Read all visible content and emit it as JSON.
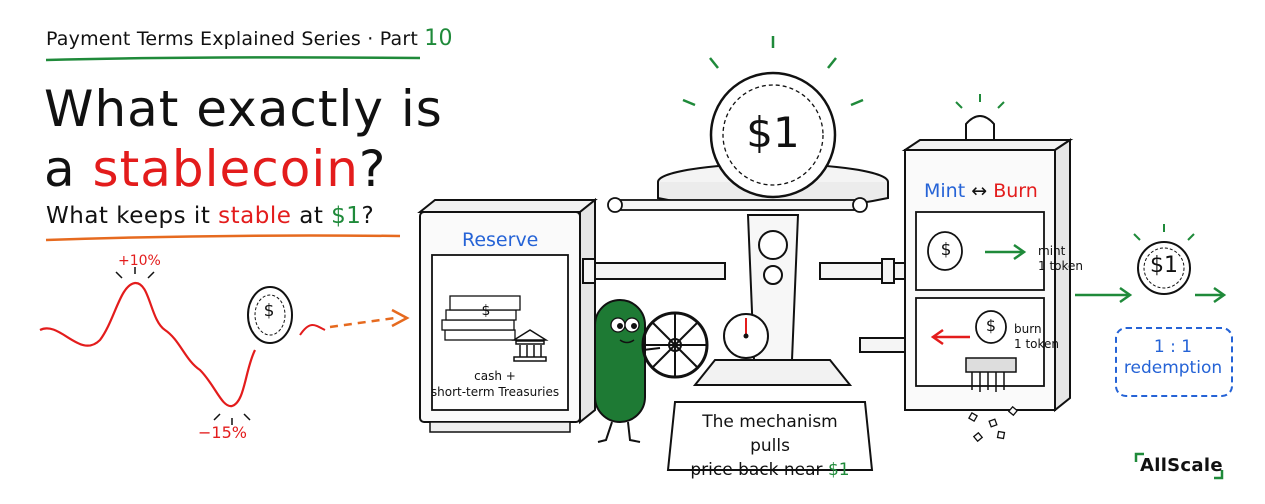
{
  "header": {
    "series_text": "Payment Terms Explained Series · Part",
    "series_part": "10",
    "title_line1": "What exactly is",
    "title_line2_a": "a",
    "title_line2_b": "stablecoin",
    "title_line2_c": "?",
    "subtitle_a": "What keeps it",
    "subtitle_b": "stable",
    "subtitle_c": "at",
    "subtitle_d": "$1",
    "subtitle_e": "?"
  },
  "volatility": {
    "up_label": "+10%",
    "down_label": "−15%",
    "coin_symbol": "$"
  },
  "reserve": {
    "title": "Reserve",
    "note_line1": "cash +",
    "note_line2": "short-term Treasuries",
    "stack_symbol": "$"
  },
  "scale": {
    "coin_label": "$1",
    "sign_line1": "The mechanism pulls",
    "sign_line2_a": "price back near",
    "sign_line2_b": "$1"
  },
  "machine": {
    "mint_label": "Mint",
    "arrow_symbol": "↔",
    "burn_label": "Burn",
    "mint_note_line1": "mint",
    "mint_note_line2": "1 token",
    "burn_note_line1": "burn",
    "burn_note_line2": "1 token",
    "coin_symbol": "$"
  },
  "output": {
    "coin_label": "$1",
    "redemption_line1": "1 : 1",
    "redemption_line2": "redemption"
  },
  "brand": {
    "name": "AllScale"
  },
  "colors": {
    "accent_green": "#1f8a3a",
    "accent_red": "#e31c1c",
    "accent_blue": "#2563d6",
    "accent_orange": "#e66a1f",
    "character_green": "#1e7a34"
  }
}
